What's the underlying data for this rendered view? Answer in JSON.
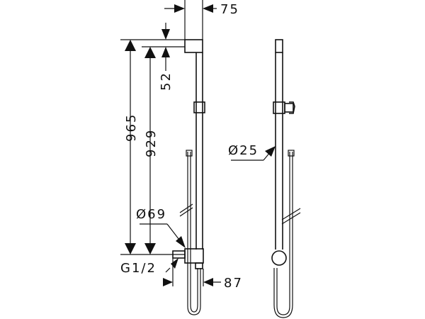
{
  "dimensions": {
    "width_top": "75",
    "offset_top": "52",
    "total_height": "965",
    "inner_height": "929",
    "diameter_hose_connection": "Ø69",
    "thread": "G1/2",
    "projection": "87",
    "rail_diameter": "Ø25"
  }
}
